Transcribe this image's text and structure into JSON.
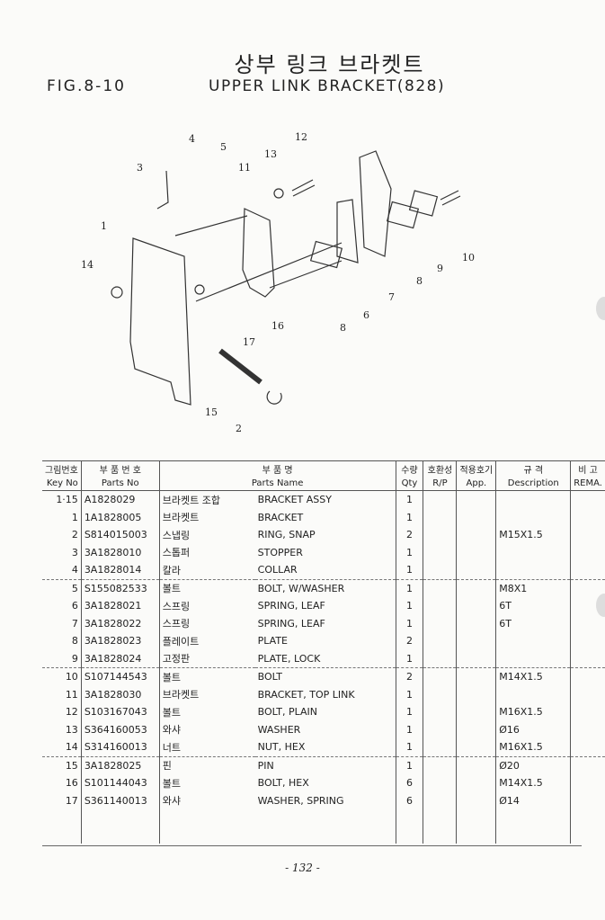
{
  "title_korean": "상부 링크 브라켓트",
  "figure_label": "FIG.8-10",
  "title_english": "UPPER LINK BRACKET(828)",
  "diagram_callouts": [
    "1",
    "2",
    "3",
    "4",
    "5",
    "6",
    "7",
    "8",
    "8",
    "9",
    "10",
    "11",
    "12",
    "13",
    "14",
    "15",
    "16",
    "17"
  ],
  "table": {
    "headers": {
      "key_kr": "그림번호",
      "key": "Key No",
      "parts_no_kr": "부 품 번 호",
      "parts_no": "Parts No",
      "name_kr": "부  품  명",
      "name": "Parts Name",
      "qty_kr": "수량",
      "qty": "Qty",
      "rp_kr": "호환성",
      "rp": "R/P",
      "app_kr": "적용호기",
      "app": "App.",
      "desc_kr": "규  격",
      "desc": "Description",
      "rem_kr": "비 고",
      "rem": "REMA."
    },
    "rows": [
      {
        "key": "1·15",
        "part_no": "A1828029",
        "name_kr": "브라켓트 조합",
        "name": "BRACKET ASSY",
        "qty": "1",
        "desc": ""
      },
      {
        "key": "1",
        "part_no": "1A1828005",
        "name_kr": "브라켓트",
        "name": "BRACKET",
        "qty": "1",
        "desc": ""
      },
      {
        "key": "2",
        "part_no": "S814015003",
        "name_kr": "스냅링",
        "name": "RING, SNAP",
        "qty": "2",
        "desc": "M15X1.5"
      },
      {
        "key": "3",
        "part_no": "3A1828010",
        "name_kr": "스톱퍼",
        "name": "STOPPER",
        "qty": "1",
        "desc": ""
      },
      {
        "key": "4",
        "part_no": "3A1828014",
        "name_kr": "칼라",
        "name": "COLLAR",
        "qty": "1",
        "desc": ""
      },
      {
        "key": "5",
        "part_no": "S155082533",
        "name_kr": "볼트",
        "name": "BOLT, W/WASHER",
        "qty": "1",
        "desc": "M8X1"
      },
      {
        "key": "6",
        "part_no": "3A1828021",
        "name_kr": "스프링",
        "name": "SPRING, LEAF",
        "qty": "1",
        "desc": "6T"
      },
      {
        "key": "7",
        "part_no": "3A1828022",
        "name_kr": "스프링",
        "name": "SPRING, LEAF",
        "qty": "1",
        "desc": "6T"
      },
      {
        "key": "8",
        "part_no": "3A1828023",
        "name_kr": "플레이트",
        "name": "PLATE",
        "qty": "2",
        "desc": ""
      },
      {
        "key": "9",
        "part_no": "3A1828024",
        "name_kr": "고정판",
        "name": "PLATE, LOCK",
        "qty": "1",
        "desc": ""
      },
      {
        "key": "10",
        "part_no": "S107144543",
        "name_kr": "볼트",
        "name": "BOLT",
        "qty": "2",
        "desc": "M14X1.5"
      },
      {
        "key": "11",
        "part_no": "3A1828030",
        "name_kr": "브라켓트",
        "name": "BRACKET, TOP LINK",
        "qty": "1",
        "desc": ""
      },
      {
        "key": "12",
        "part_no": "S103167043",
        "name_kr": "볼트",
        "name": "BOLT, PLAIN",
        "qty": "1",
        "desc": "M16X1.5"
      },
      {
        "key": "13",
        "part_no": "S364160053",
        "name_kr": "와샤",
        "name": "WASHER",
        "qty": "1",
        "desc": "Ø16"
      },
      {
        "key": "14",
        "part_no": "S314160013",
        "name_kr": "너트",
        "name": "NUT, HEX",
        "qty": "1",
        "desc": "M16X1.5"
      },
      {
        "key": "15",
        "part_no": "3A1828025",
        "name_kr": "핀",
        "name": "PIN",
        "qty": "1",
        "desc": "Ø20"
      },
      {
        "key": "16",
        "part_no": "S101144043",
        "name_kr": "볼트",
        "name": "BOLT, HEX",
        "qty": "6",
        "desc": "M14X1.5"
      },
      {
        "key": "17",
        "part_no": "S361140013",
        "name_kr": "와샤",
        "name": "WASHER, SPRING",
        "qty": "6",
        "desc": "Ø14"
      }
    ]
  },
  "page_number": "- 132 -"
}
